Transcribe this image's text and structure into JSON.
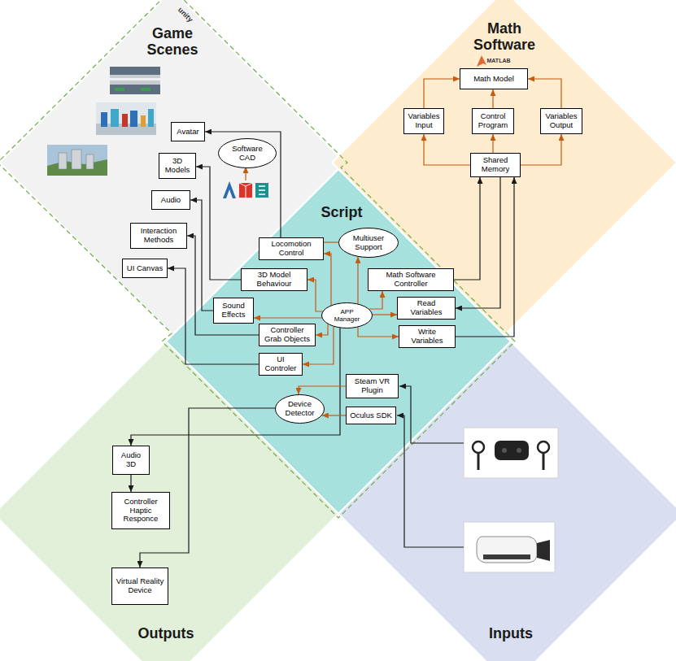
{
  "diagram": {
    "nodes": [
      {
        "text": [
          "Game Scenes"
        ]
      },
      {
        "text": [
          "Avatar"
        ],
        "in": 0
      },
      {
        "text": [
          "3D Models"
        ],
        "in": 0
      },
      {
        "text": [
          "Software CAD"
        ],
        "in": 0
      },
      {
        "text": [
          "Audio"
        ],
        "in": 0
      },
      {
        "text": [
          "Interaction Methods"
        ],
        "in": 0
      },
      {
        "text": [
          "UI Canvas"
        ],
        "in": 0
      },
      {
        "text": [
          "Math Software"
        ]
      },
      {
        "text": [
          "Math Model"
        ],
        "in": 7
      },
      {
        "text": [
          "Variables Input"
        ],
        "in": 7
      },
      {
        "text": [
          "Control Program"
        ],
        "in": 7
      },
      {
        "text": [
          "Variables Output"
        ],
        "in": 7
      },
      {
        "text": [
          "Shared Memory"
        ],
        "in": 7
      },
      {
        "text": [
          "Script"
        ]
      },
      {
        "text": [
          "Multiuser Support"
        ],
        "in": 13
      },
      {
        "text": [
          "Locomotion Control"
        ],
        "in": 13
      },
      {
        "text": [
          "3D Model Behaviour"
        ],
        "in": 13
      },
      {
        "text": [
          "Math Software Controller"
        ],
        "in": 13
      },
      {
        "text": [
          "Sound Effects"
        ],
        "in": 13
      },
      {
        "text": [
          "APP Manager"
        ],
        "in": 13
      },
      {
        "text": [
          "Read Variables"
        ],
        "in": 13
      },
      {
        "text": [
          "Controller Grab Objects"
        ],
        "in": 13
      },
      {
        "text": [
          "Write Variables"
        ],
        "in": 13
      },
      {
        "text": [
          "UI Controler"
        ],
        "in": 13
      },
      {
        "text": [
          "Steam VR Plugin"
        ],
        "in": 13
      },
      {
        "text": [
          "Device Detector"
        ],
        "in": 13
      },
      {
        "text": [
          "Oculus SDK"
        ],
        "in": 13
      },
      {
        "text": [
          "Outputs"
        ]
      },
      {
        "text": [
          "Audio 3D"
        ],
        "in": 27
      },
      {
        "text": [
          "Controller Haptic Responce"
        ],
        "in": 27
      },
      {
        "text": [
          "Virtual Reality Device"
        ],
        "in": 27
      },
      {
        "text": [
          "Inputs"
        ]
      }
    ],
    "edges": [
      {
        "from": 19,
        "to": 15,
        "arrow": "to"
      },
      {
        "from": 19,
        "to": 16,
        "arrow": "to"
      },
      {
        "from": 19,
        "to": 18,
        "arrow": "to"
      },
      {
        "from": 19,
        "to": 21,
        "arrow": "to"
      },
      {
        "from": 19,
        "to": 23,
        "arrow": "to"
      },
      {
        "from": 19,
        "to": 14,
        "arrow": "to"
      },
      {
        "from": 19,
        "to": 17,
        "arrow": "to"
      },
      {
        "from": 19,
        "to": 20,
        "arrow": "to"
      },
      {
        "from": 19,
        "to": 22,
        "arrow": "to"
      },
      {
        "from": 15,
        "to": 1,
        "arrow": "to"
      },
      {
        "from": 16,
        "to": 2,
        "arrow": "to"
      },
      {
        "from": 18,
        "to": 4,
        "arrow": "to"
      },
      {
        "from": 21,
        "to": 5,
        "arrow": "to"
      },
      {
        "from": 23,
        "to": 6,
        "arrow": "to"
      },
      {
        "from": 14,
        "to": 15,
        "arrow": "none"
      },
      {
        "from": 17,
        "to": 12,
        "arrow": "to"
      },
      {
        "from": 12,
        "to": 20,
        "arrow": "to"
      },
      {
        "from": 22,
        "to": 12,
        "arrow": "to"
      },
      {
        "from": 12,
        "to": 9,
        "arrow": "to"
      },
      {
        "from": 12,
        "to": 10,
        "arrow": "to"
      },
      {
        "from": 12,
        "to": 11,
        "arrow": "to"
      },
      {
        "from": 9,
        "to": 8,
        "arrow": "to"
      },
      {
        "from": 10,
        "to": 8,
        "arrow": "to"
      },
      {
        "from": 11,
        "to": 8,
        "arrow": "to"
      },
      {
        "from": 19,
        "to": 28,
        "arrow": "to"
      },
      {
        "from": 28,
        "to": 29,
        "arrow": "to"
      },
      {
        "from": 25,
        "to": 30,
        "arrow": "to"
      },
      {
        "from": 24,
        "to": 25,
        "arrow": "to"
      },
      {
        "from": 26,
        "to": 25,
        "arrow": "to"
      }
    ],
    "labels": [
      "unity",
      "MATLAB"
    ]
  }
}
